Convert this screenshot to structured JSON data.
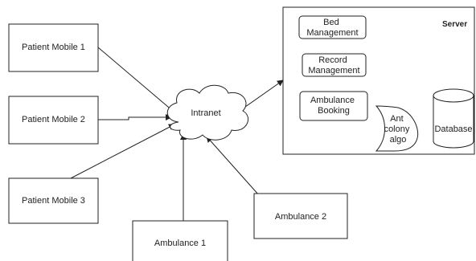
{
  "diagram": {
    "patient_mobile_1": "Patient Mobile 1",
    "patient_mobile_2": "Patient Mobile 2",
    "patient_mobile_3": "Patient Mobile 3",
    "intranet": "Intranet",
    "ambulance_1": "Ambulance 1",
    "ambulance_2": "Ambulance 2",
    "server": "Server",
    "bed_management": [
      "Bed",
      "Management"
    ],
    "record_management": [
      "Record",
      "Management"
    ],
    "ambulance_booking": [
      "Ambulance",
      "Booking"
    ],
    "ant_colony_algo": [
      "Ant",
      "colony",
      "algo"
    ],
    "database": "Database"
  }
}
